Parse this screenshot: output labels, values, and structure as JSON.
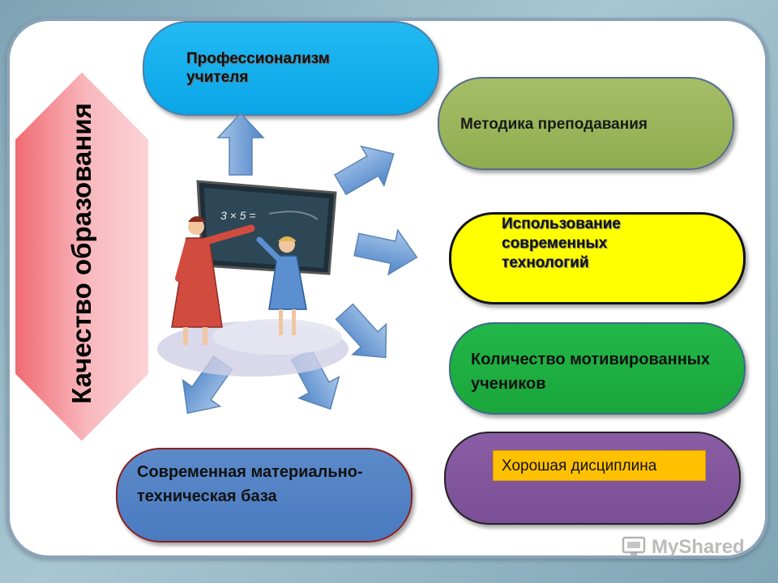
{
  "diagram": {
    "central_label": "Качество образования",
    "boxes": {
      "professionalism": "Профессионализм учителя",
      "methodology": "Методика преподавания",
      "technologies": "Использование современных технологий",
      "motivated": "Количество мотивированных учеников",
      "discipline": "Хорошая дисциплина",
      "base": "Современная материально-техническая база"
    },
    "board_text": "3 × 5 ="
  },
  "watermark": {
    "text": "MyShared"
  },
  "colors": {
    "professionalism": "#0aa6e8",
    "methodology": "#93af52",
    "technologies": "#ffff00",
    "motivated": "#1aa63b",
    "discipline": "#7a4f96",
    "discipline_label": "#ffc000",
    "base": "#4a7bc0",
    "hexagon": "#f4a7ad",
    "arrows": "#6d9ed4"
  }
}
